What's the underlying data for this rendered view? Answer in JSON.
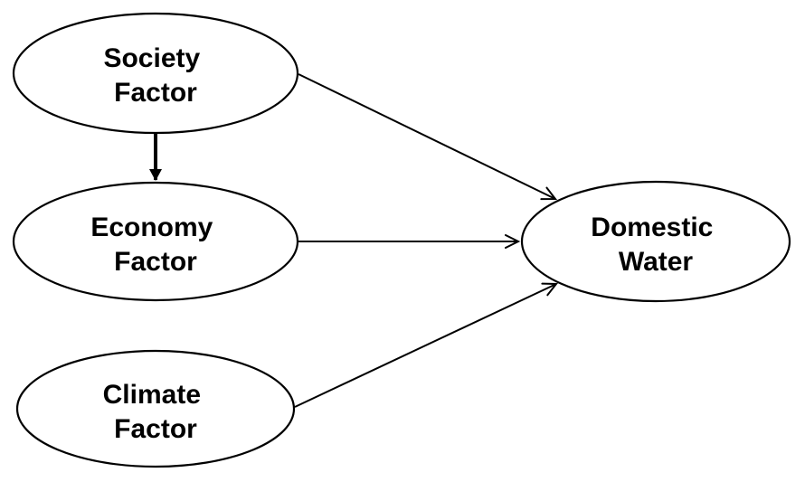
{
  "diagram": {
    "type": "path-diagram",
    "colors": {
      "background": "#ffffff",
      "stroke": "#000000",
      "text": "#000000"
    },
    "nodes": [
      {
        "id": "society-factor",
        "shape": "ellipse",
        "lines": [
          "Society",
          "Factor"
        ]
      },
      {
        "id": "economy-factor",
        "shape": "ellipse",
        "lines": [
          "Economy",
          "Factor"
        ]
      },
      {
        "id": "climate-factor",
        "shape": "ellipse",
        "lines": [
          "Climate",
          "Factor"
        ]
      },
      {
        "id": "domestic-water",
        "shape": "ellipse",
        "lines": [
          "Domestic",
          "Water"
        ]
      }
    ],
    "edges": [
      {
        "from": "Society Factor",
        "to": "Economy Factor",
        "arrowhead": "solid-triangle",
        "line": "thick"
      },
      {
        "from": "Society Factor",
        "to": "Domestic Water",
        "arrowhead": "open-v",
        "line": "thin"
      },
      {
        "from": "Economy Factor",
        "to": "Domestic Water",
        "arrowhead": "open-v",
        "line": "thin"
      },
      {
        "from": "Climate Factor",
        "to": "Domestic Water",
        "arrowhead": "open-v",
        "line": "thin"
      }
    ]
  }
}
